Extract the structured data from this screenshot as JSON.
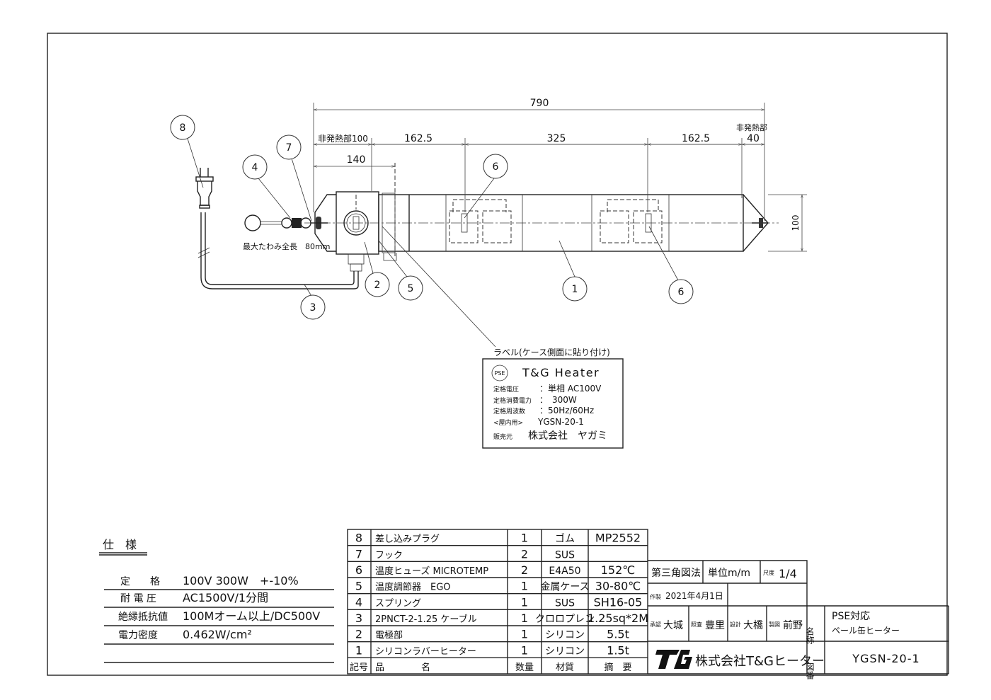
{
  "dimensions": {
    "overall": "790",
    "non_heat_left": "非発熱部100",
    "seg1": "162.5",
    "seg2": "325",
    "seg3": "162.5",
    "non_heat_right_label": "非発熱部",
    "non_heat_right": "40",
    "box_width": "140",
    "height": "100"
  },
  "balloons": [
    "1",
    "2",
    "3",
    "4",
    "5",
    "6",
    "7",
    "8"
  ],
  "spring_note": "最大たわみ全長　80mm",
  "label_box": {
    "caption": "ラベル(ケース側面に貼り付け)",
    "pse_mark": "PSE",
    "brand": "T&G Heater",
    "rows": [
      {
        "key": "定格電圧",
        "value": "：単相 AC100V"
      },
      {
        "key": "定格消費電力",
        "value": "：　300W"
      },
      {
        "key": "定格周波数",
        "value": "：50Hz/60Hz"
      },
      {
        "key": "<屋内用>",
        "value": "YGSN-20-1"
      },
      {
        "key": "販売元",
        "value": "株式会社　ヤガミ"
      }
    ]
  },
  "spec": {
    "title": "仕　様",
    "rows": [
      {
        "key": "定　　格",
        "value": "100V 300W　+-10%"
      },
      {
        "key": "耐 電 圧",
        "value": "AC1500V/1分間"
      },
      {
        "key": "絶縁抵抗値",
        "value": "100Mオーム以上/DC500V"
      },
      {
        "key": "電力密度",
        "value": "0.462W/cm²"
      }
    ]
  },
  "parts": {
    "headers": [
      "記号",
      "品　　　　名",
      "数量",
      "材質",
      "摘　要"
    ],
    "rows": [
      [
        "8",
        "差し込みプラグ",
        "1",
        "ゴム",
        "MP2552"
      ],
      [
        "7",
        "フック",
        "2",
        "SUS",
        ""
      ],
      [
        "6",
        "温度ヒューズ MICROTEMP",
        "2",
        "E4A50",
        "152℃"
      ],
      [
        "5",
        "温度調節器　EGO",
        "1",
        "金属ケース",
        "30-80℃"
      ],
      [
        "4",
        "スプリング",
        "1",
        "SUS",
        "SH16-05"
      ],
      [
        "3",
        "2PNCT-2-1.25 ケーブル",
        "1",
        "クロロプレン",
        "1.25sq*2M"
      ],
      [
        "2",
        "電極部",
        "1",
        "シリコン",
        "5.5t"
      ],
      [
        "1",
        "シリコンラバーヒーター",
        "1",
        "シリコン",
        "1.5t"
      ]
    ]
  },
  "title_block": {
    "projection": "第三角図法",
    "unit": "単位m/m",
    "scale_label": "尺度",
    "scale": "1/4",
    "made_label": "作製",
    "date": "2021年4月1日",
    "approved_label": "承認",
    "approved": "大城",
    "checked_label": "照査",
    "checked": "豊里",
    "designed_label": "設計",
    "designed": "大橋",
    "drawn_label": "製図",
    "drawn": "前野",
    "name_label": "名称",
    "name_line1": "PSE対応",
    "name_line2": "ペール缶ヒーター",
    "company_logo": "TG",
    "company": "株式会社T&Gヒーター",
    "drawing_no_label": "図番",
    "drawing_no": "YGSN-20-1"
  }
}
